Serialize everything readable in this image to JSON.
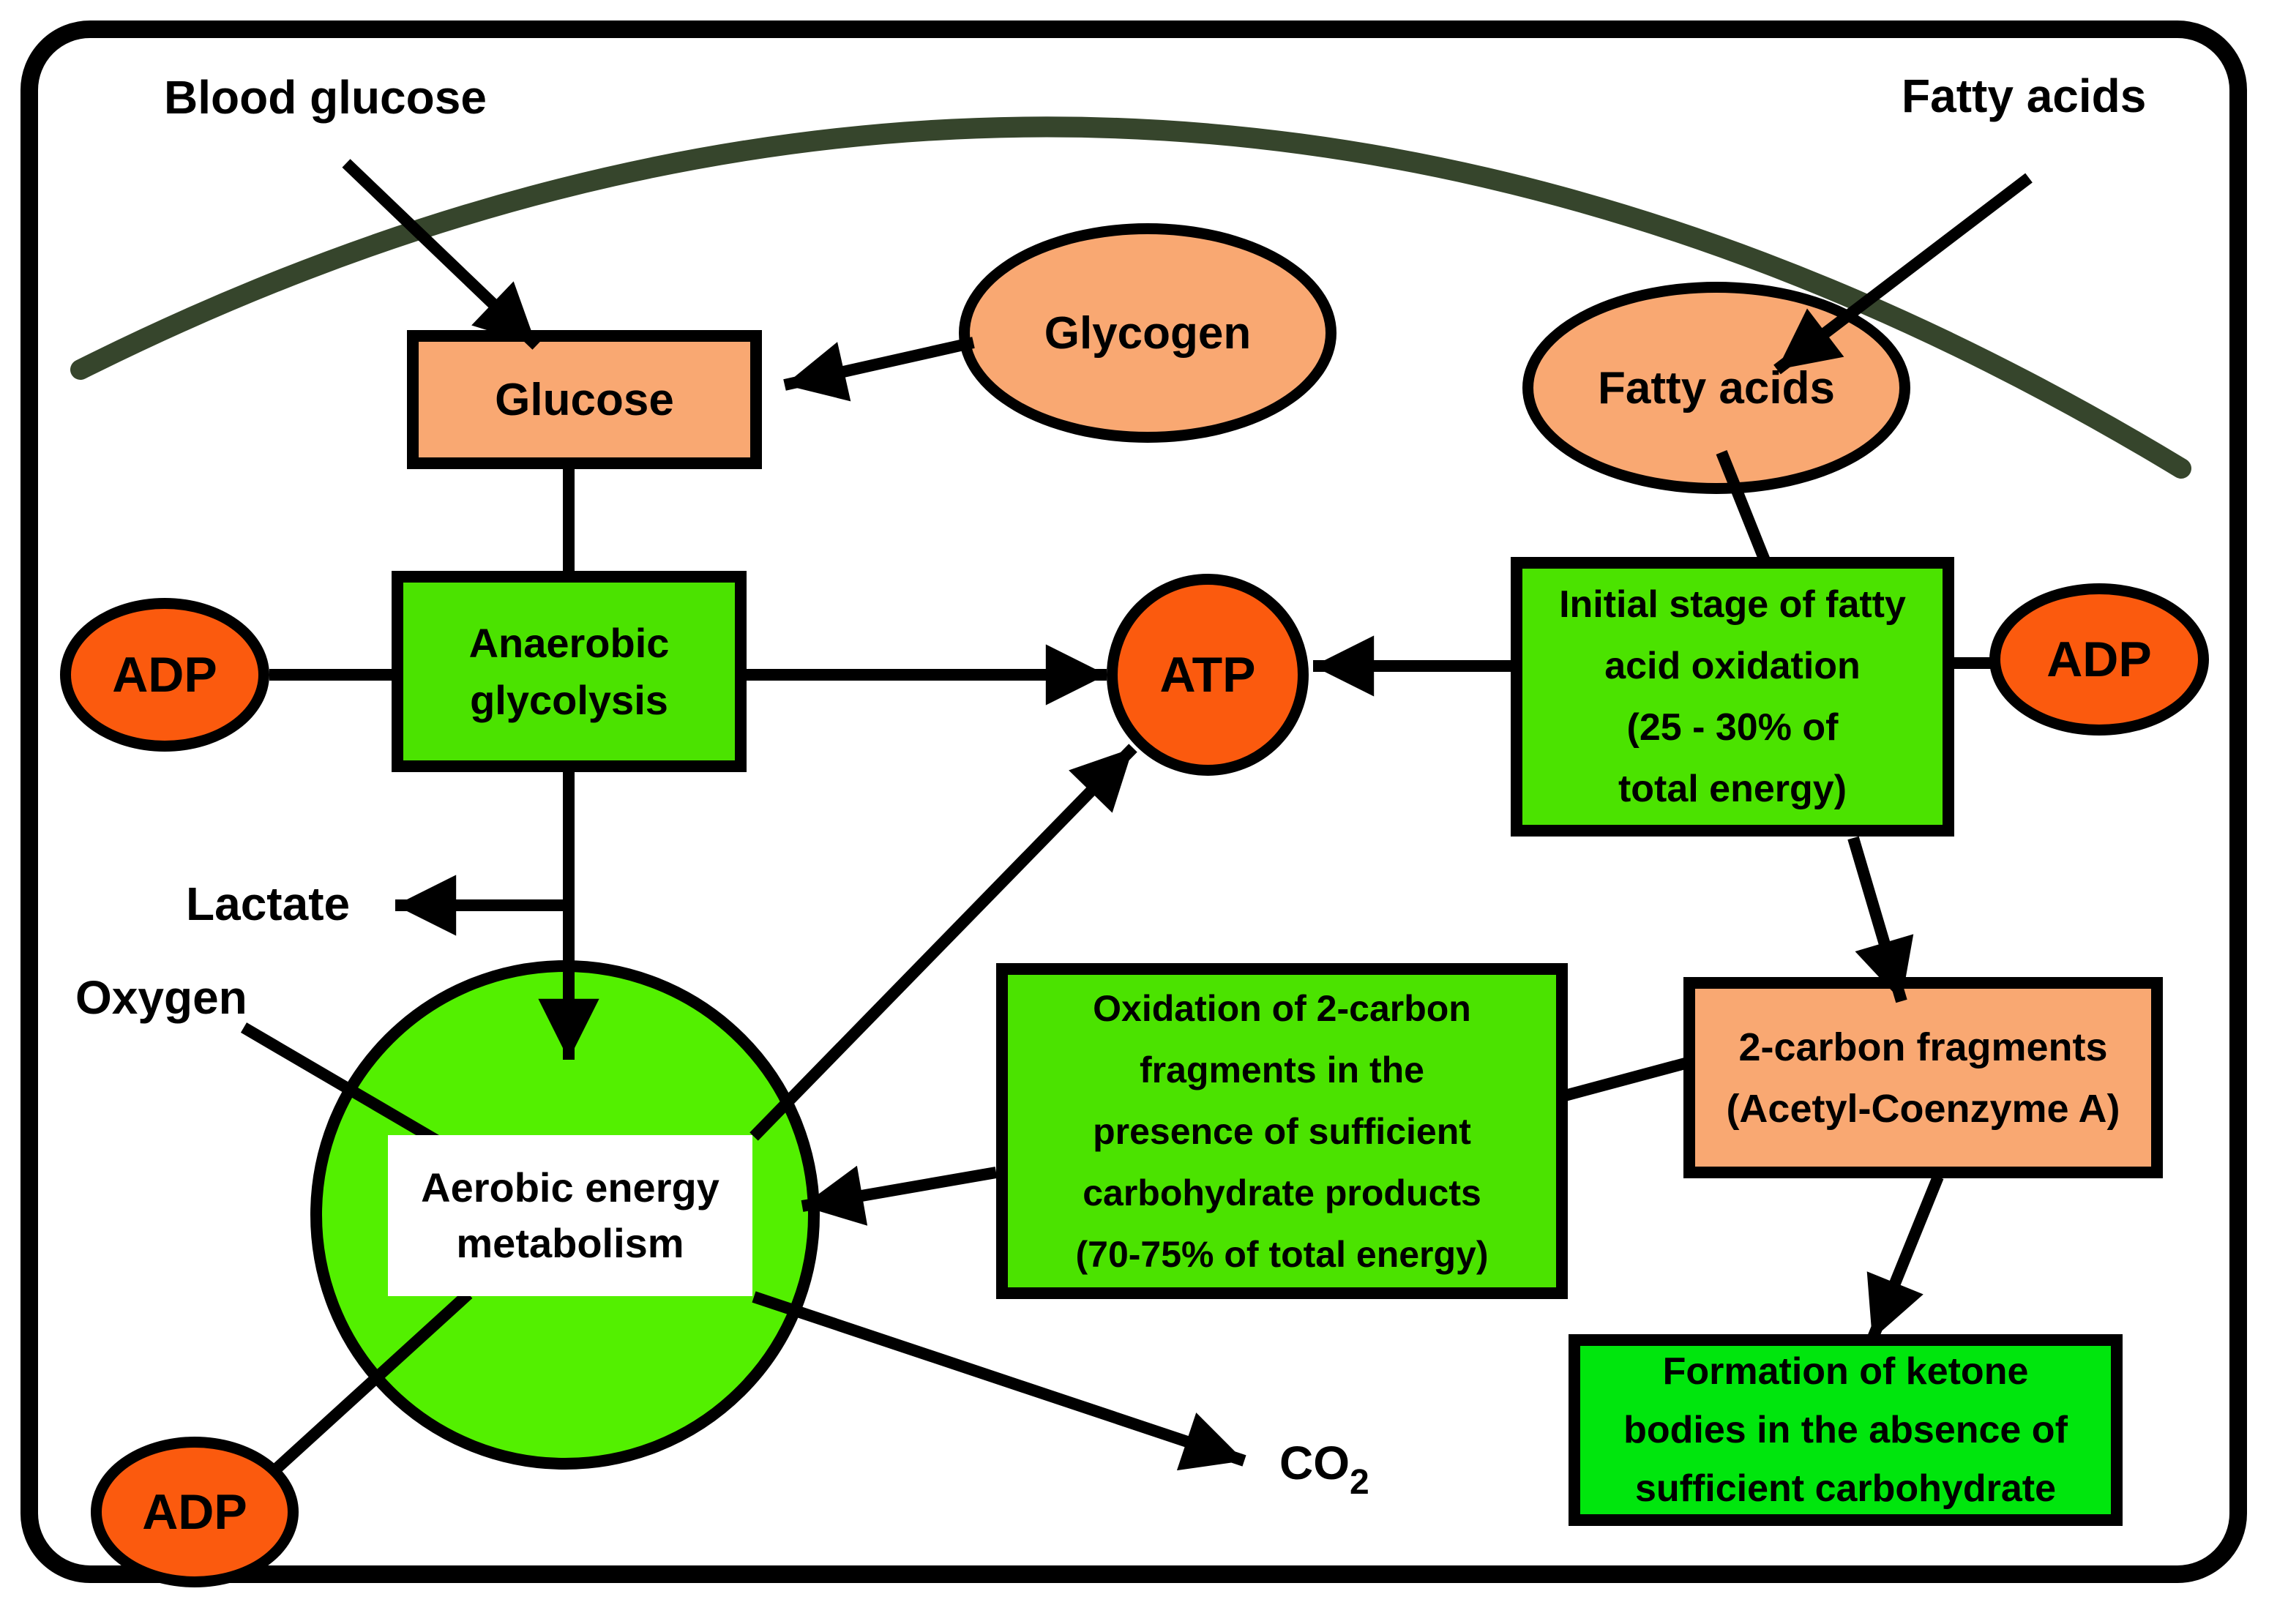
{
  "colors": {
    "green_box": "#4be300",
    "green_circle": "#53f000",
    "green_bright": "#00e60d",
    "peach": "#f9a872",
    "orange": "#fb5a0e",
    "membrane": "#36452c",
    "outline": "#000000"
  },
  "labels": {
    "blood_glucose": "Blood glucose",
    "fatty_acids_outside": "Fatty acids",
    "oxygen": "Oxygen",
    "lactate": "Lactate",
    "co2_main": "CO",
    "co2_sub": "2"
  },
  "nodes": {
    "glucose": {
      "label": "Glucose"
    },
    "glycogen": {
      "label": "Glycogen"
    },
    "fatty_acids_cell": {
      "label": "Fatty acids"
    },
    "adp": {
      "label": "ADP"
    },
    "atp": {
      "label": "ATP"
    },
    "anaerobic": {
      "lines": [
        "Anaerobic",
        "glycolysis"
      ]
    },
    "aerobic": {
      "lines": [
        "Aerobic energy",
        "metabolism"
      ]
    },
    "initial_oxidation": {
      "lines": [
        "Initial stage of fatty",
        "acid oxidation",
        "(25 - 30% of",
        "total energy)"
      ]
    },
    "oxidation_2carbon": {
      "lines": [
        "Oxidation of 2-carbon",
        "fragments in the",
        "presence of sufficient",
        "carbohydrate products",
        "(70-75% of total energy)"
      ]
    },
    "two_carbon": {
      "lines": [
        "2-carbon fragments",
        "(Acetyl-Coenzyme A)"
      ]
    },
    "ketone": {
      "lines": [
        "Formation of ketone",
        "bodies in the absence of",
        "sufficient carbohydrate"
      ]
    }
  }
}
